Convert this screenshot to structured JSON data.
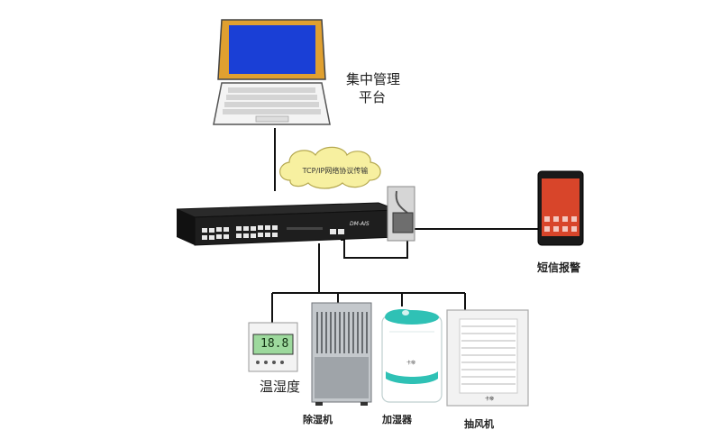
{
  "labels": {
    "platform_line1": "集中管理",
    "platform_line2": "平台",
    "network": "TCP/IP网络协议传输",
    "sms": "短信报警",
    "temp_humidity": "温湿度",
    "dehumidifier": "除湿机",
    "humidifier": "加湿器",
    "exhaust_fan": "抽风机"
  },
  "devices": {
    "switch_brand": "DM-AIS",
    "sensor_display": "18.8",
    "humidifier_brand": "卡帝",
    "fan_brand": "卡帝"
  },
  "colors": {
    "line": "#111111",
    "laptop_screen": "#1a3fd6",
    "laptop_frame": "#e0a030",
    "cloud": "#f7f0a0",
    "phone_screen": "#d8452a",
    "humidifier_accent": "#2fc1b5",
    "switch_body": "#1e1e1e"
  }
}
